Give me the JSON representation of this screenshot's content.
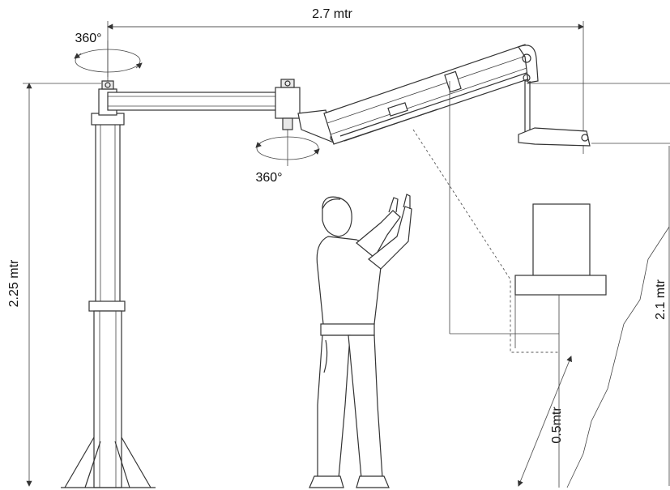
{
  "dimensions": {
    "reach": "2.7 mtr",
    "column_height": "2.25 mtr",
    "hook_height": "2.1 mtr",
    "clearance": "0.5mtr"
  },
  "rotation": {
    "upper": "360°",
    "lower": "360°"
  }
}
